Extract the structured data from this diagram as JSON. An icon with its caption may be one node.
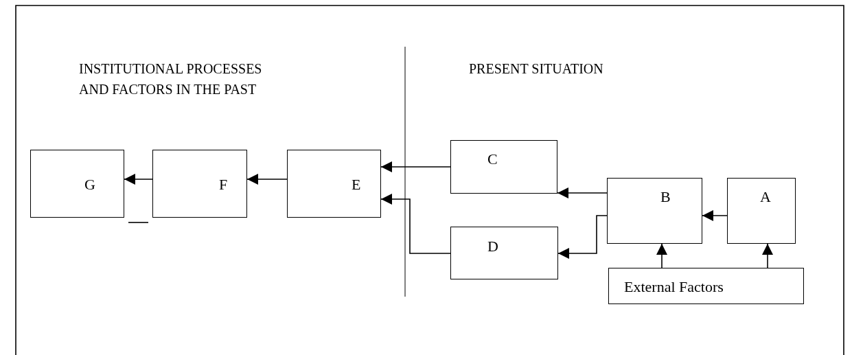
{
  "diagram": {
    "nodes": [
      {
        "text": [
          "G"
        ]
      },
      {
        "text": [
          "F"
        ]
      },
      {
        "text": [
          "E"
        ]
      },
      {
        "text": [
          "C"
        ]
      },
      {
        "text": [
          "B"
        ]
      },
      {
        "text": [
          "A"
        ]
      },
      {
        "text": [
          "D"
        ]
      },
      {
        "text": [
          "External Factors"
        ]
      }
    ],
    "edges": [
      {
        "from": 1,
        "to": 0,
        "arrow": "to"
      },
      {
        "from": 2,
        "to": 1,
        "arrow": "to"
      },
      {
        "from": 3,
        "to": 2,
        "arrow": "to"
      },
      {
        "from": 6,
        "to": 2,
        "arrow": "to"
      },
      {
        "from": 4,
        "to": 3,
        "arrow": "to"
      },
      {
        "from": 4,
        "to": 6,
        "arrow": "to"
      },
      {
        "from": 5,
        "to": 4,
        "arrow": "to"
      },
      {
        "from": 7,
        "to": 4,
        "arrow": "to"
      },
      {
        "from": 7,
        "to": 5,
        "arrow": "to"
      }
    ],
    "labels": [
      "INSTITUTIONAL PROCESSES AND FACTORS IN THE PAST",
      "PRESENT SITUATION"
    ]
  }
}
